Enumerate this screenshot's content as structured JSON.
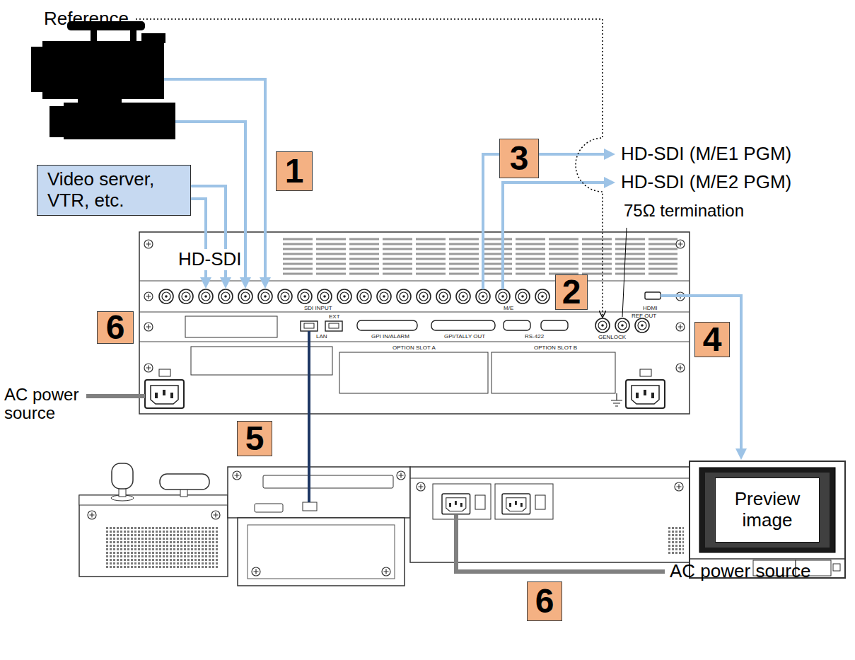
{
  "diagram": {
    "nodes": [
      {
        "text": [
          "Video server, VTR, etc."
        ]
      },
      {
        "text": [
          "Preview image"
        ]
      }
    ],
    "labels": [
      "Reference",
      "1",
      "HD-SDI (M/E1 PGM)",
      "3",
      "HD-SDI (M/E2 PGM)",
      "HD-SDI",
      "75Ω termination",
      "2",
      "6",
      "4",
      "AC power source",
      "5",
      "6",
      "AC power source",
      "SDI INPUT",
      "M/E",
      "HDMI",
      "EXT",
      "LAN",
      "GPI IN/ALARM",
      "GPI/TALLY OUT",
      "RS-422",
      "GENLOCK",
      "REF OUT",
      "OPTION SLOT A",
      "OPTION SLOT B"
    ]
  }
}
